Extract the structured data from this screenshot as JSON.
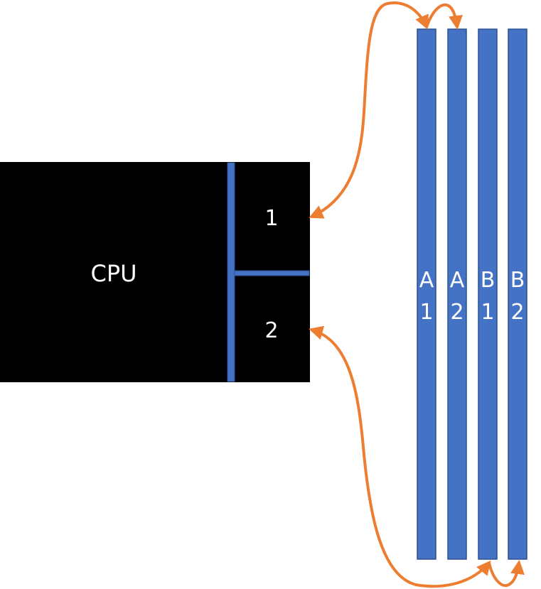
{
  "cpu": {
    "label": "CPU",
    "channels": [
      {
        "label": "1"
      },
      {
        "label": "2"
      }
    ]
  },
  "slots": [
    {
      "line1": "A",
      "line2": "1"
    },
    {
      "line1": "A",
      "line2": "2"
    },
    {
      "line1": "B",
      "line2": "1"
    },
    {
      "line1": "B",
      "line2": "2"
    }
  ],
  "colors": {
    "cpu_fill": "#000000",
    "bus": "#4472C4",
    "slot_fill": "#4472C4",
    "slot_border": "#2F528F",
    "arrow": "#ED7D31",
    "text": "#FFFFFF"
  }
}
